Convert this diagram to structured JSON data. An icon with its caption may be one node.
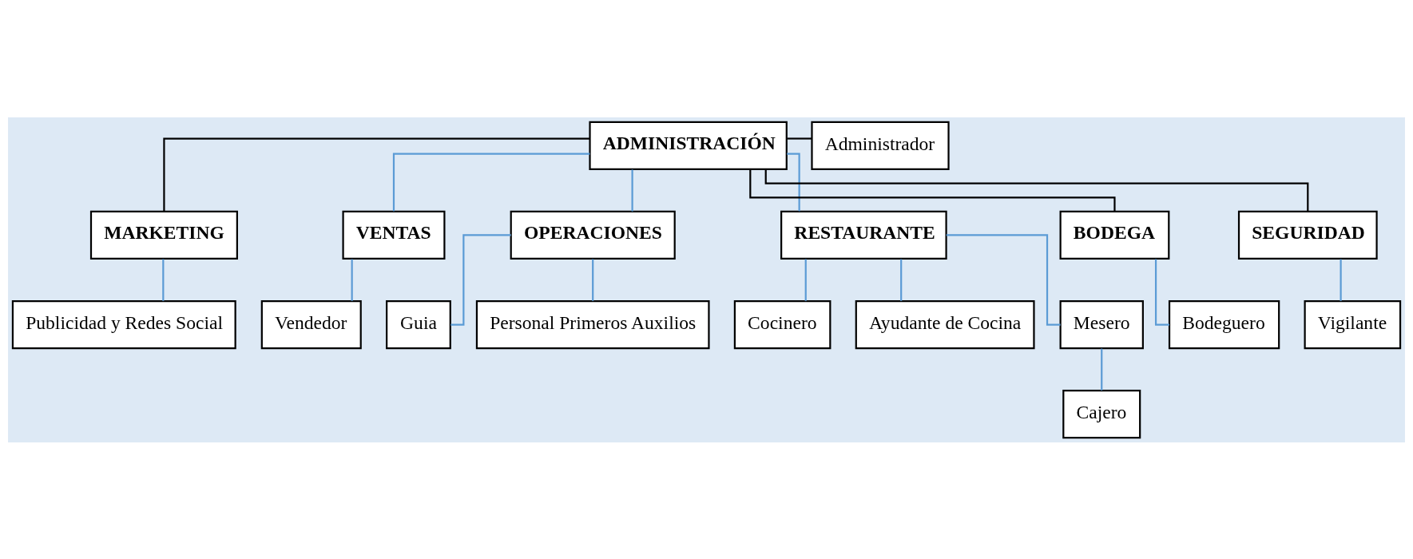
{
  "diagram": {
    "nodes": [
      {
        "text": [
          "ADMINISTRACIÓN"
        ]
      },
      {
        "text": [
          "Administrador"
        ]
      },
      {
        "text": [
          "MARKETING"
        ]
      },
      {
        "text": [
          "VENTAS"
        ]
      },
      {
        "text": [
          "OPERACIONES"
        ]
      },
      {
        "text": [
          "RESTAURANTE"
        ]
      },
      {
        "text": [
          "BODEGA"
        ]
      },
      {
        "text": [
          "SEGURIDAD"
        ]
      },
      {
        "text": [
          "Publicidad y Redes Social"
        ]
      },
      {
        "text": [
          "Vendedor"
        ]
      },
      {
        "text": [
          "Guia"
        ]
      },
      {
        "text": [
          "Personal Primeros Auxilios"
        ]
      },
      {
        "text": [
          "Cocinero"
        ]
      },
      {
        "text": [
          "Ayudante de Cocina"
        ]
      },
      {
        "text": [
          "Mesero"
        ]
      },
      {
        "text": [
          "Cajero"
        ]
      },
      {
        "text": [
          "Bodeguero"
        ]
      },
      {
        "text": [
          "Vigilante"
        ]
      }
    ],
    "edges": [
      {
        "from": 0,
        "to": 1,
        "arrow": "none",
        "color": "#000000"
      },
      {
        "from": 0,
        "to": 2,
        "arrow": "none",
        "color": "#000000"
      },
      {
        "from": 0,
        "to": 3,
        "arrow": "none"
      },
      {
        "from": 0,
        "to": 4,
        "arrow": "none"
      },
      {
        "from": 0,
        "to": 5,
        "arrow": "none"
      },
      {
        "from": 0,
        "to": 6,
        "arrow": "none",
        "color": "#000000"
      },
      {
        "from": 0,
        "to": 7,
        "arrow": "none",
        "color": "#000000"
      },
      {
        "from": 2,
        "to": 8,
        "arrow": "none"
      },
      {
        "from": 3,
        "to": 9,
        "arrow": "none"
      },
      {
        "from": 4,
        "to": 10,
        "arrow": "none"
      },
      {
        "from": 4,
        "to": 11,
        "arrow": "none"
      },
      {
        "from": 5,
        "to": 12,
        "arrow": "none"
      },
      {
        "from": 5,
        "to": 13,
        "arrow": "none"
      },
      {
        "from": 5,
        "to": 14,
        "arrow": "none"
      },
      {
        "from": 14,
        "to": 15,
        "arrow": "none"
      },
      {
        "from": 6,
        "to": 16,
        "arrow": "none"
      },
      {
        "from": 7,
        "to": 17,
        "arrow": "none"
      }
    ]
  }
}
